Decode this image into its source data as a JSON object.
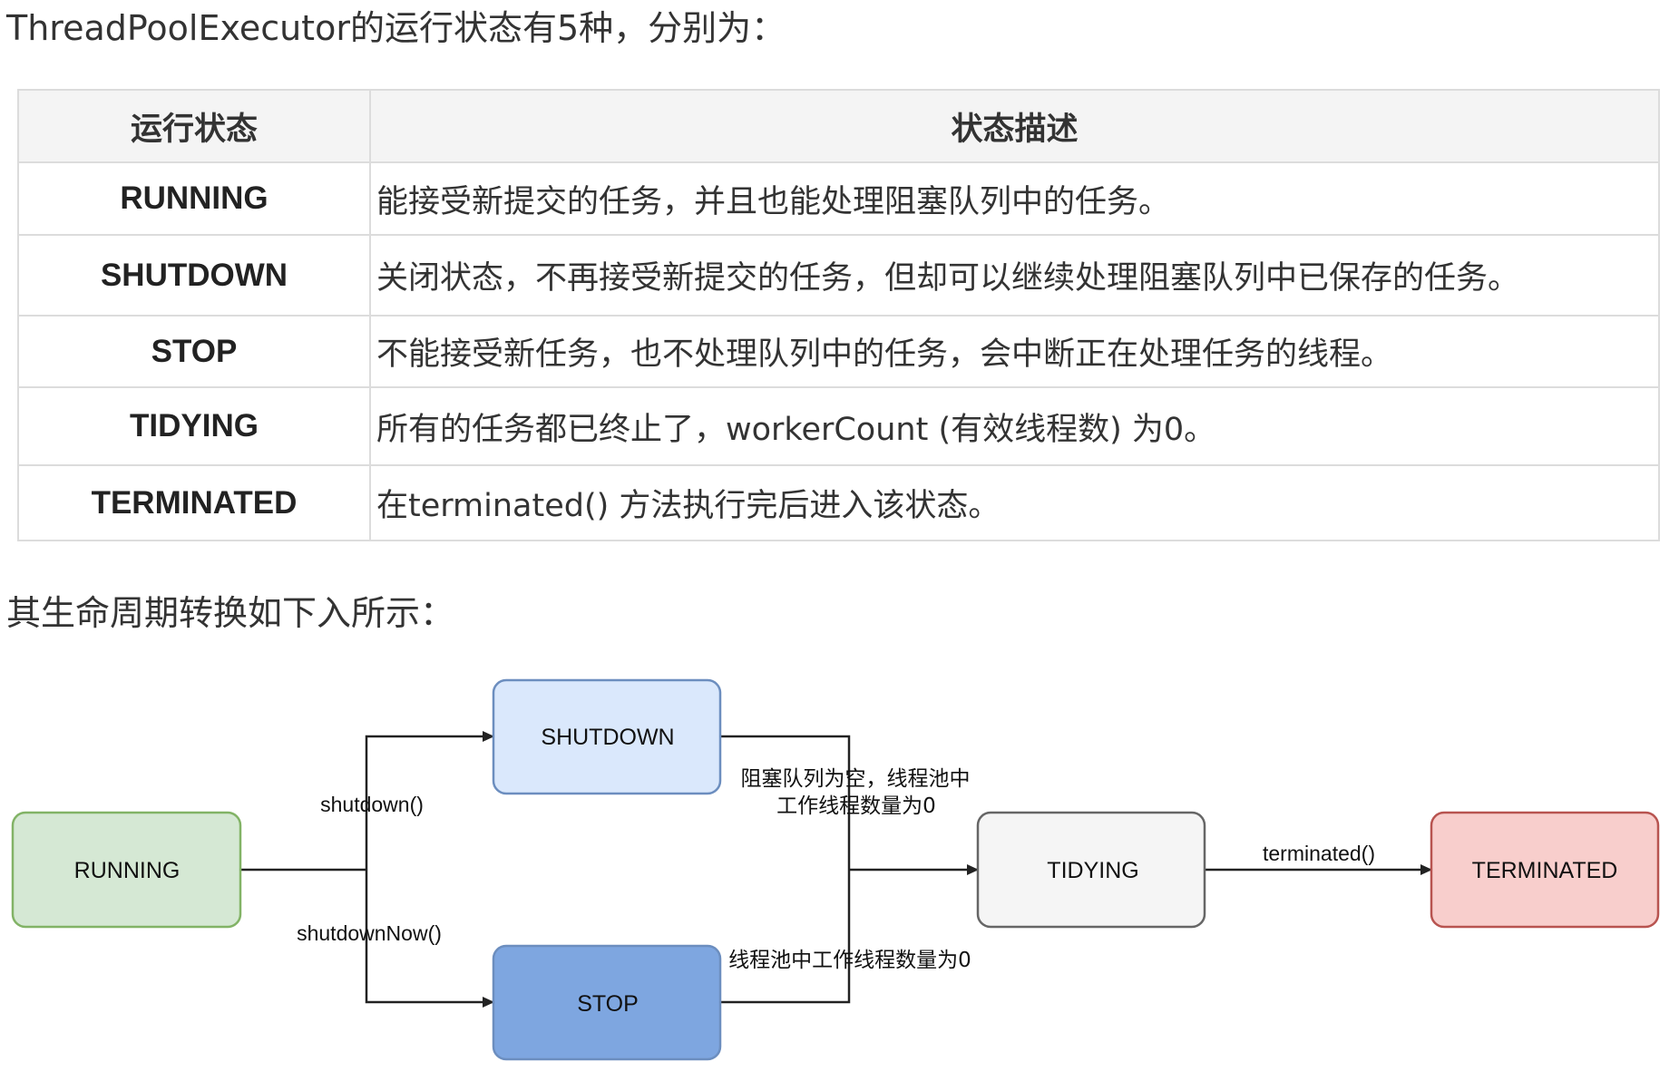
{
  "intro_text": "ThreadPoolExecutor的运行状态有5种，分别为：",
  "table": {
    "headers": [
      "运行状态",
      "状态描述"
    ],
    "rows": [
      {
        "state": "RUNNING",
        "description": "能接受新提交的任务，并且也能处理阻塞队列中的任务。"
      },
      {
        "state": "SHUTDOWN",
        "description": "关闭状态，不再接受新提交的任务，但却可以继续处理阻塞队列中已保存的任务。"
      },
      {
        "state": "STOP",
        "description": "不能接受新任务，也不处理队列中的任务，会中断正在处理任务的线程。"
      },
      {
        "state": "TIDYING",
        "description": "所有的任务都已终止了，workerCount (有效线程数) 为0。"
      },
      {
        "state": "TERMINATED",
        "description": "在terminated() 方法执行完后进入该状态。"
      }
    ]
  },
  "lifecycle_intro": "其生命周期转换如下入所示：",
  "diagram": {
    "nodes": {
      "running": "RUNNING",
      "shutdown": "SHUTDOWN",
      "stop": "STOP",
      "tidying": "TIDYING",
      "terminated": "TERMINATED"
    },
    "edges": {
      "shutdown_call": "shutdown()",
      "shutdown_now_call": "shutdownNow()",
      "shutdown_to_tidying_line1": "阻塞队列为空，线程池中",
      "shutdown_to_tidying_line2": "工作线程数量为0",
      "stop_to_tidying": "线程池中工作线程数量为0",
      "terminated_call": "terminated()"
    },
    "colors": {
      "running_fill": "#d5e8d4",
      "running_stroke": "#82b366",
      "shutdown_fill": "#dae8fc",
      "shutdown_stroke": "#6c8ebf",
      "stop_fill": "#7ea6e0",
      "stop_stroke": "#6c8ebf",
      "tidying_fill": "#f5f5f5",
      "tidying_stroke": "#666666",
      "terminated_fill": "#f8cecc",
      "terminated_stroke": "#b85450",
      "edge": "#222222"
    }
  }
}
